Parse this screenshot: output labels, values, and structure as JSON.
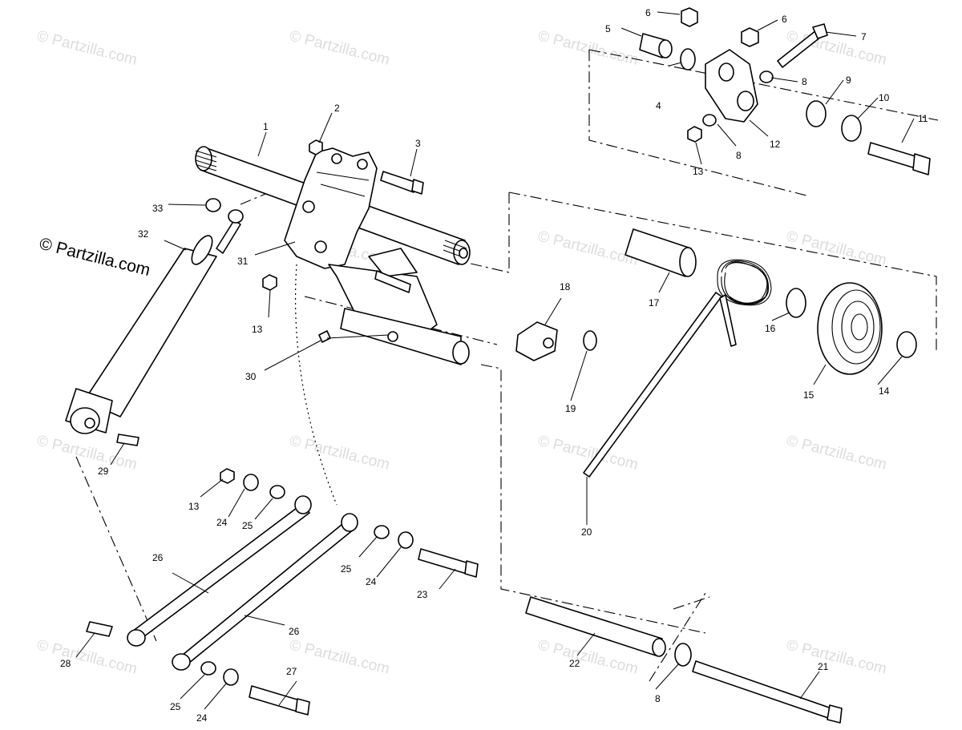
{
  "watermark": {
    "text": "© Partzilla.com",
    "prominent_text": "© Partzilla.com"
  },
  "callouts": {
    "c1": "1",
    "c2": "2",
    "c3": "3",
    "c4": "4",
    "c5": "5",
    "c6a": "6",
    "c6b": "6",
    "c7": "7",
    "c8a": "8",
    "c8b": "8",
    "c8c": "8",
    "c9": "9",
    "c10": "10",
    "c11": "11",
    "c12": "12",
    "c13a": "13",
    "c13b": "13",
    "c13c": "13",
    "c14": "14",
    "c15": "15",
    "c16": "16",
    "c17": "17",
    "c18": "18",
    "c19": "19",
    "c20": "20",
    "c21": "21",
    "c22": "22",
    "c23": "23",
    "c24a": "24",
    "c24b": "24",
    "c24c": "24",
    "c25a": "25",
    "c25b": "25",
    "c25c": "25",
    "c26a": "26",
    "c26b": "26",
    "c27": "27",
    "c28": "28",
    "c29": "29",
    "c30": "30",
    "c31": "31",
    "c32": "32",
    "c33": "33"
  }
}
